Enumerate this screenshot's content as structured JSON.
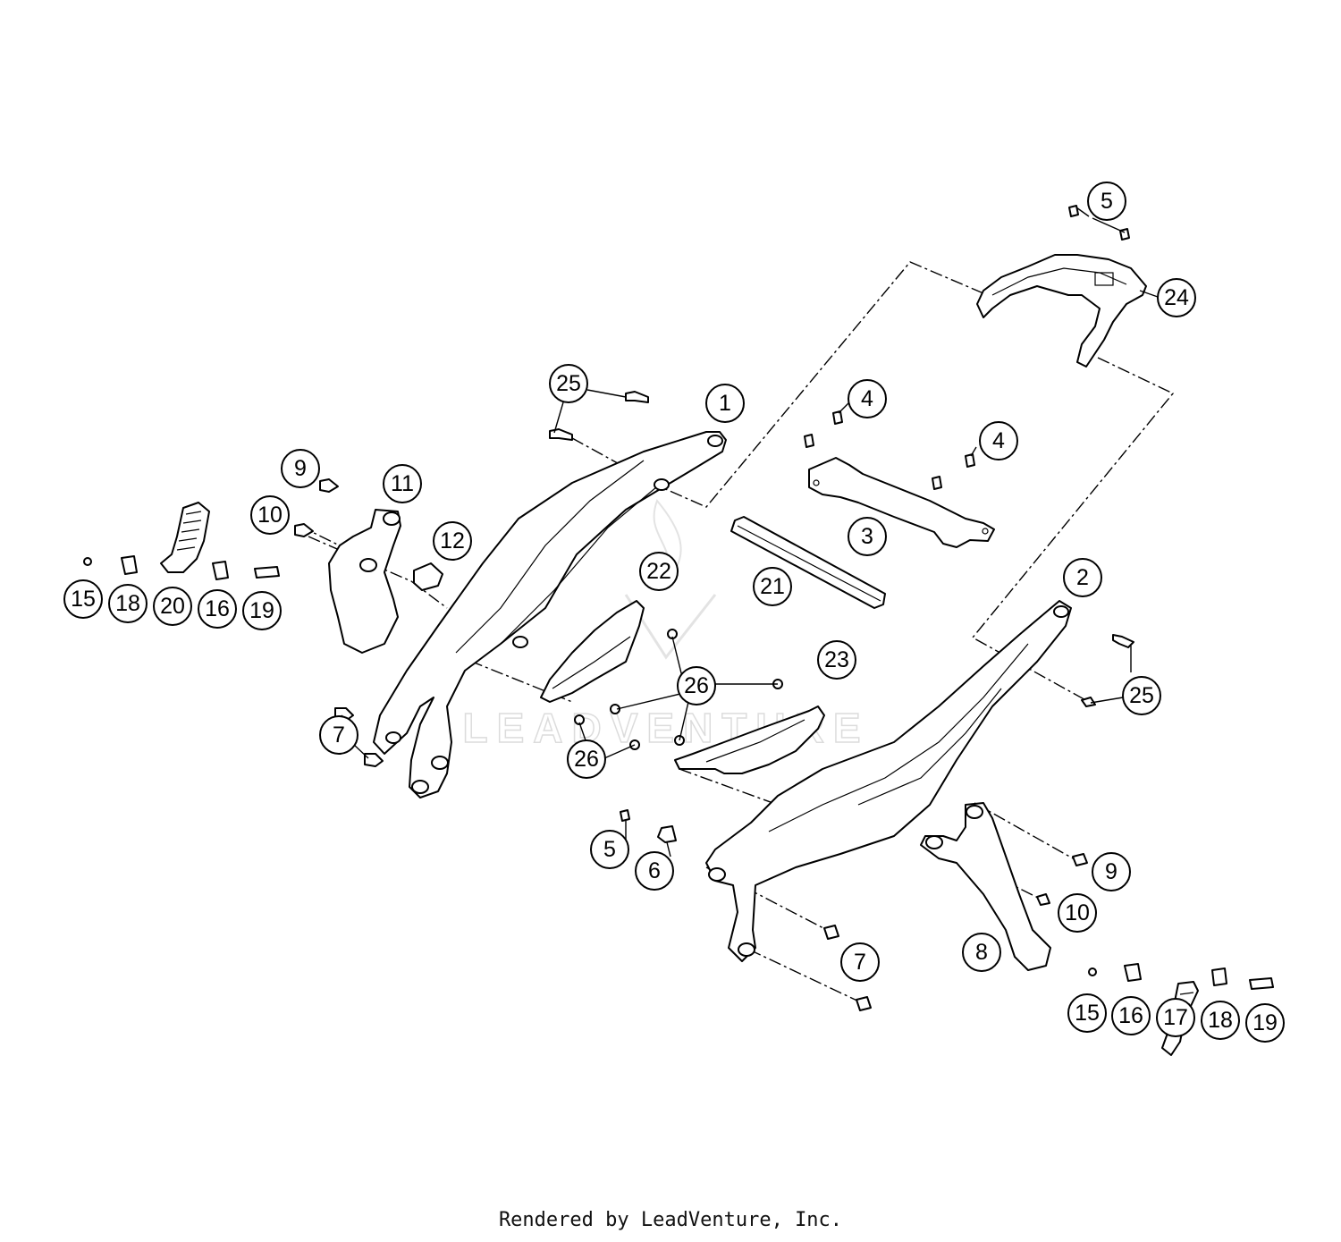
{
  "watermark": "LEADVENTURE",
  "footer": "Rendered by LeadVenture, Inc.",
  "callouts": [
    {
      "id": "c-5-top",
      "label": "5"
    },
    {
      "id": "c-24",
      "label": "24"
    },
    {
      "id": "c-25-top",
      "label": "25"
    },
    {
      "id": "c-1",
      "label": "1"
    },
    {
      "id": "c-4-a",
      "label": "4"
    },
    {
      "id": "c-4-b",
      "label": "4"
    },
    {
      "id": "c-3",
      "label": "3"
    },
    {
      "id": "c-9-left",
      "label": "9"
    },
    {
      "id": "c-11",
      "label": "11"
    },
    {
      "id": "c-10-left",
      "label": "10"
    },
    {
      "id": "c-12",
      "label": "12"
    },
    {
      "id": "c-22",
      "label": "22"
    },
    {
      "id": "c-21",
      "label": "21"
    },
    {
      "id": "c-2",
      "label": "2"
    },
    {
      "id": "c-15-left",
      "label": "15"
    },
    {
      "id": "c-18-left",
      "label": "18"
    },
    {
      "id": "c-20",
      "label": "20"
    },
    {
      "id": "c-16-left",
      "label": "16"
    },
    {
      "id": "c-19-left",
      "label": "19"
    },
    {
      "id": "c-23",
      "label": "23"
    },
    {
      "id": "c-26-top",
      "label": "26"
    },
    {
      "id": "c-25-right",
      "label": "25"
    },
    {
      "id": "c-7-left",
      "label": "7"
    },
    {
      "id": "c-26-bottom",
      "label": "26"
    },
    {
      "id": "c-5-bottom",
      "label": "5"
    },
    {
      "id": "c-6",
      "label": "6"
    },
    {
      "id": "c-9-right",
      "label": "9"
    },
    {
      "id": "c-10-right",
      "label": "10"
    },
    {
      "id": "c-8",
      "label": "8"
    },
    {
      "id": "c-7-right",
      "label": "7"
    },
    {
      "id": "c-15-right",
      "label": "15"
    },
    {
      "id": "c-16-right",
      "label": "16"
    },
    {
      "id": "c-17",
      "label": "17"
    },
    {
      "id": "c-18-right",
      "label": "18"
    },
    {
      "id": "c-19-right",
      "label": "19"
    }
  ]
}
